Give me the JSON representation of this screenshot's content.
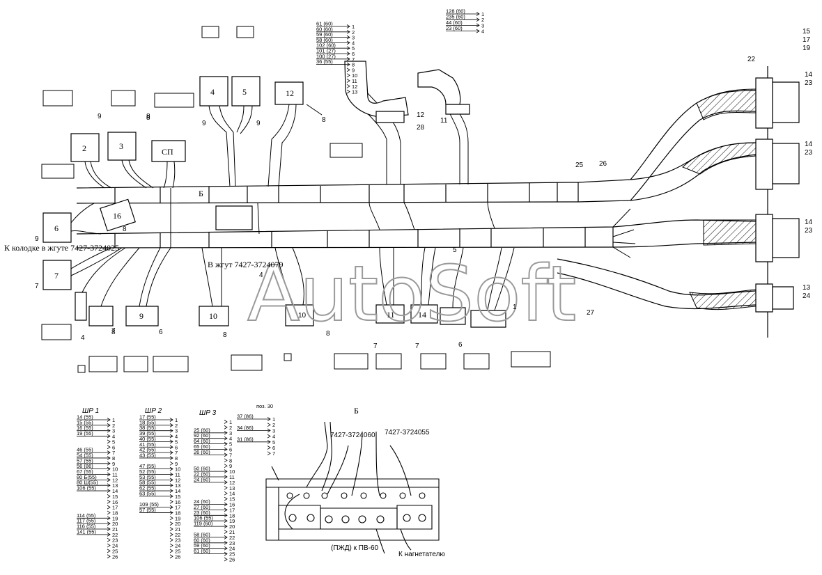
{
  "notes": {
    "left_note": "К колодке в жгуте 7427-3724025",
    "center_note": "В жгут 7427-3724079",
    "detail_title": "Б",
    "inset_label_a": "7427-3724060",
    "inset_label_b": "7427-3724055",
    "bottom_note_a": "(ПЖД) к ПВ-60",
    "bottom_note_b": "К нагнетателю",
    "b_marker": "Б"
  },
  "connectors": [
    {
      "id": "c2",
      "label": "2"
    },
    {
      "id": "c3",
      "label": "3"
    },
    {
      "id": "c4",
      "label": "4"
    },
    {
      "id": "c5",
      "label": "5"
    },
    {
      "id": "c6",
      "label": "6"
    },
    {
      "id": "c7",
      "label": "7"
    },
    {
      "id": "c9",
      "label": "9"
    },
    {
      "id": "c10",
      "label": "10"
    },
    {
      "id": "c11",
      "label": "11"
    },
    {
      "id": "c12",
      "label": "12"
    },
    {
      "id": "c14",
      "label": "14"
    },
    {
      "id": "c16",
      "label": "16"
    },
    {
      "id": "csp",
      "label": "СП"
    }
  ],
  "callouts": [
    "9",
    "8",
    "9",
    "9",
    "8",
    "12",
    "28",
    "11",
    "22",
    "15",
    "17",
    "19",
    "14",
    "23",
    "25",
    "26",
    "14",
    "23",
    "14",
    "23",
    "13",
    "24",
    "27",
    "4",
    "7",
    "8",
    "5",
    "7",
    "6",
    "7",
    "8",
    "1",
    "4",
    "6",
    "9",
    "8",
    "10",
    "8",
    "8",
    "7",
    "9"
  ],
  "tables": {
    "shr1": {
      "title": "ШР 1",
      "rows": [
        "14 (55)",
        "15 (55)",
        "16 (55)",
        "19 (55)",
        "",
        "",
        "46 (55)",
        "54 (55)",
        "57 (55)",
        "56 (86)",
        "67 (55)",
        "80 Б(55)",
        "80 Ш(55)",
        "106 (55)",
        "",
        "",
        "",
        "",
        "114 (55)",
        "117 (55)",
        "116 (55)",
        "141 (55)",
        "",
        "",
        ""
      ],
      "pins": [
        "1",
        "2",
        "3",
        "4",
        "5",
        "6",
        "7",
        "8",
        "9",
        "10",
        "11",
        "12",
        "13",
        "14",
        "15",
        "16",
        "17",
        "18",
        "19",
        "20",
        "21",
        "22",
        "23",
        "24",
        "25",
        "26"
      ]
    },
    "shr2": {
      "title": "ШР 2",
      "rows": [
        "17 (55)",
        "18 (55)",
        "38 (55)",
        "39 (55)",
        "40 (55)",
        "41 (55)",
        "42 (55)",
        "43 (55)",
        "",
        "47 (55)",
        "52 (55)",
        "53 (55)",
        "58 (55)",
        "62 (55)",
        "63 (55)",
        "",
        "109 (55)",
        "57 (55)",
        "",
        "",
        "",
        "",
        "",
        "",
        "",
        ""
      ],
      "pins": [
        "1",
        "2",
        "3",
        "4",
        "5",
        "6",
        "7",
        "8",
        "9",
        "10",
        "11",
        "12",
        "13",
        "14",
        "15",
        "16",
        "17",
        "18",
        "19",
        "20",
        "21",
        "22",
        "23",
        "24",
        "25",
        "26"
      ]
    },
    "shr3": {
      "title": "ШР 3",
      "rows": [
        "",
        "",
        "25 (60)",
        "92 (60)",
        "64 (60)",
        "65 (60)",
        "26 (60)",
        "",
        "",
        "50 (60)",
        "22 (60)",
        "24 (60)",
        "",
        "",
        "",
        "24 (60)",
        "27 (60)",
        "23 (60)",
        "106 (55)",
        "119 (60)",
        "",
        "58 (60)",
        "60 (60)",
        "59 (60)",
        "61 (60)"
      ],
      "pins": [
        "1",
        "2",
        "3",
        "4",
        "5",
        "6",
        "7",
        "8",
        "9",
        "10",
        "11",
        "12",
        "13",
        "14",
        "15",
        "16",
        "17",
        "18",
        "19",
        "20",
        "21",
        "22",
        "23",
        "24",
        "25",
        "26"
      ]
    },
    "pos30": {
      "title": "поз. 30",
      "rows": [
        "37 (86)",
        "",
        "34 (86)",
        "",
        "31 (86)",
        "",
        ""
      ],
      "pins": [
        "1",
        "2",
        "3",
        "4",
        "5",
        "6",
        "7"
      ]
    },
    "plug12": {
      "rows": [
        "61 (60)",
        "60 (60)",
        "59 (60)",
        "58 (60)",
        "102 (60)",
        "101 (27)",
        "100 (27)",
        "36 (55)",
        "",
        "",
        "",
        "",
        ""
      ],
      "pins": [
        "1",
        "2",
        "3",
        "4",
        "5",
        "6",
        "7",
        "8",
        "9",
        "10",
        "11",
        "12",
        "13"
      ]
    },
    "plug11": {
      "rows": [
        "128 (60)",
        "235 (60)",
        "44 (60)",
        "23 (60)"
      ],
      "pins": [
        "1",
        "2",
        "3",
        "4"
      ]
    }
  }
}
